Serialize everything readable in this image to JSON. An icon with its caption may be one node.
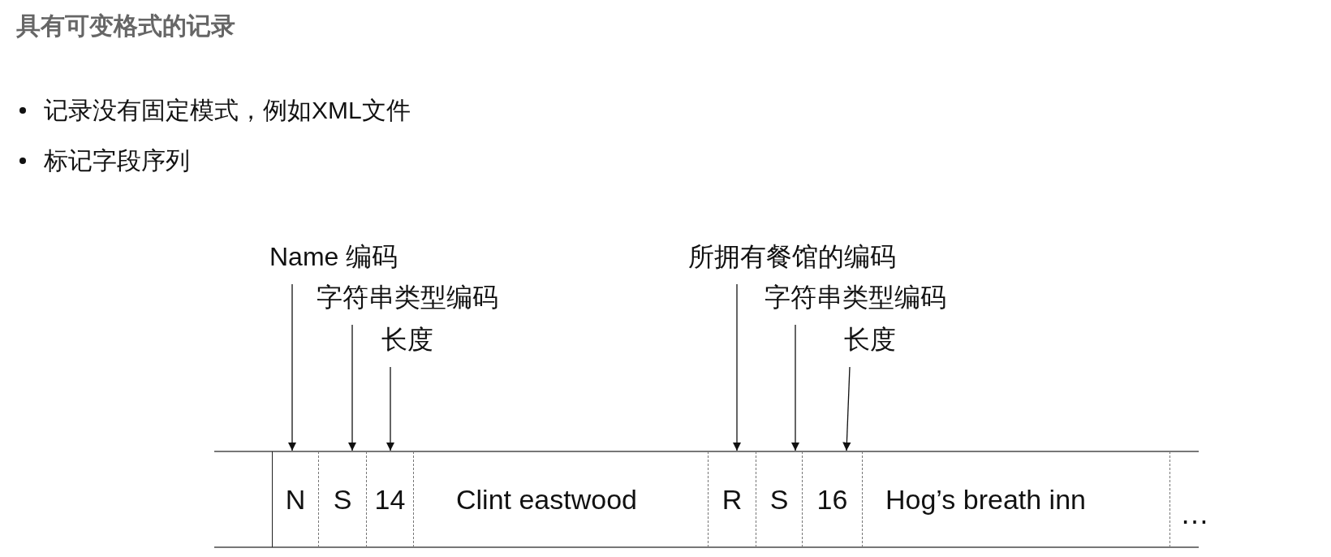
{
  "diagram": {
    "title": "具有可变格式的记录",
    "nodes": [
      {
        "text": [
          "Name 编码"
        ]
      },
      {
        "text": [
          "字符串类型编码"
        ]
      },
      {
        "text": [
          "长度"
        ]
      },
      {
        "text": [
          "所拥有餐馆的编码"
        ]
      },
      {
        "text": [
          "字符串类型编码"
        ]
      },
      {
        "text": [
          "长度"
        ]
      },
      {
        "text": [
          "N"
        ]
      },
      {
        "text": [
          "S"
        ]
      },
      {
        "text": [
          "14"
        ]
      },
      {
        "text": [
          "Clint eastwood"
        ]
      },
      {
        "text": [
          "R"
        ]
      },
      {
        "text": [
          "S"
        ]
      },
      {
        "text": [
          "16"
        ]
      },
      {
        "text": [
          "Hog’s breath inn"
        ]
      }
    ],
    "edges": [
      {
        "from": 0,
        "to": 6,
        "arrow": "to"
      },
      {
        "from": 1,
        "to": 7,
        "arrow": "to"
      },
      {
        "from": 2,
        "to": 8,
        "arrow": "to"
      },
      {
        "from": 3,
        "to": 10,
        "arrow": "to"
      },
      {
        "from": 4,
        "to": 11,
        "arrow": "to"
      },
      {
        "from": 5,
        "to": 12,
        "arrow": "to"
      }
    ],
    "labels": [
      "记录没有固定模式，例如XML文件",
      "标记字段序列",
      "…"
    ]
  }
}
